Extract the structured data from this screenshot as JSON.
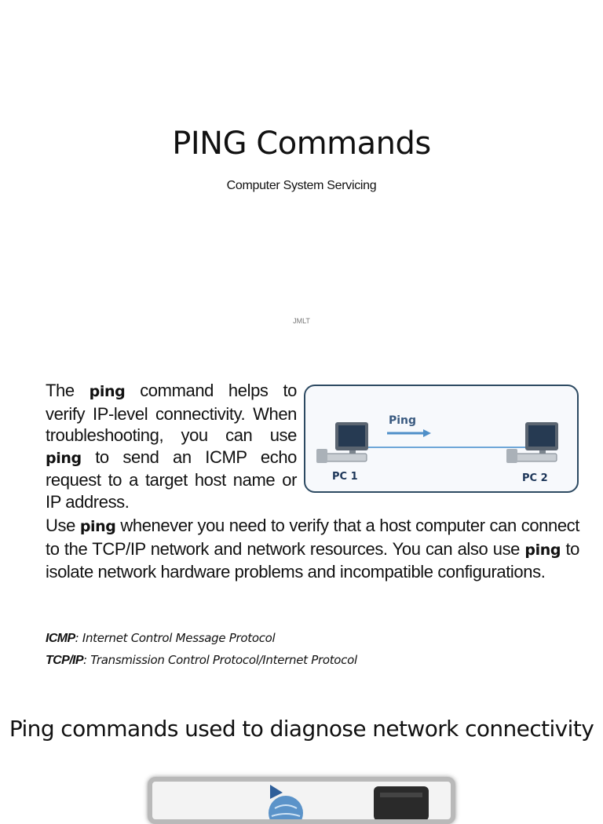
{
  "slide1": {
    "title": "PING Commands",
    "subtitle": "Computer System Servicing",
    "credit": "JMLT"
  },
  "slide2": {
    "para1": [
      {
        "text": "The ",
        "bold": false
      },
      {
        "text": "ping",
        "bold": true
      },
      {
        "text": " command helps to verify IP-level connectivity. When troubleshooting, you can use ",
        "bold": false
      },
      {
        "text": "ping",
        "bold": true
      },
      {
        "text": " to send an ICMP echo request to a target host name or IP address.",
        "bold": false
      }
    ],
    "para2": [
      {
        "text": "Use ",
        "bold": false
      },
      {
        "text": "ping",
        "bold": true
      },
      {
        "text": " whenever you need to verify that a host computer can connect to the TCP/IP network and network resources. You can also use  ",
        "bold": false
      },
      {
        "text": "ping",
        "bold": true
      },
      {
        "text": " to isolate network hardware problems and incompatible configurations.",
        "bold": false
      }
    ],
    "abbreviations": [
      {
        "term": "ICMP",
        "definition": ": Internet Control Message Protocol"
      },
      {
        "term": "TCP/IP",
        "definition": ": Transmission Control Protocol/Internet Protocol"
      }
    ],
    "diagram": {
      "arrow_label": "Ping",
      "left_pc": "PC 1",
      "right_pc": "PC 2",
      "colors": {
        "border": "#2d4a62",
        "arrow": "#4f8fc8",
        "label": "#1c3558"
      }
    }
  },
  "slide3": {
    "title": "Ping commands used to diagnose network connectivity"
  }
}
